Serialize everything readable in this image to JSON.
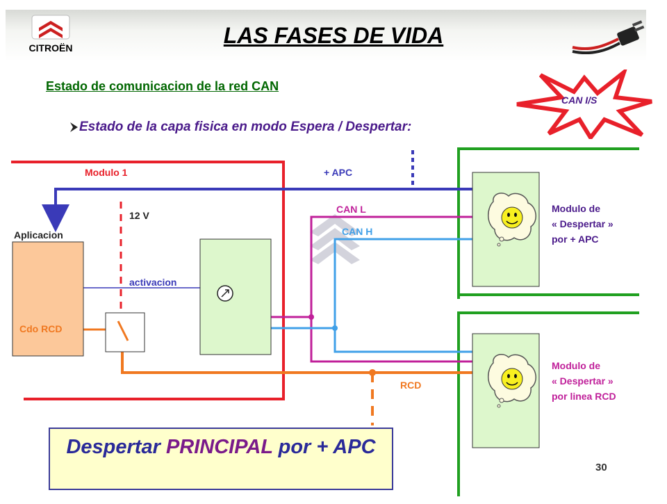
{
  "header": {
    "title": "LAS FASES DE VIDA",
    "brand": "CITROËN"
  },
  "subtitle": "Estado de comunicacion de la red CAN",
  "bullet": "Estado de la capa fisica en modo Espera / Despertar:",
  "burst": "CAN I/S",
  "labels": {
    "modulo1": "Modulo 1",
    "apc": "+ APC",
    "v12": "12 V",
    "can_l": "CAN L",
    "can_h": "CAN H",
    "aplicacion": "Aplicacion",
    "activacion": "activacion",
    "cdo_rcd": "Cdo RCD",
    "rcd": "RCD"
  },
  "modules": {
    "apc_module": [
      "Modulo de",
      "« Despertar »",
      "por + APC"
    ],
    "rcd_module": [
      "Modulo de",
      "« Despertar »",
      "por linea RCD"
    ]
  },
  "banner": {
    "part1": "Despertar ",
    "part2": "PRINCIPAL",
    "part3": " por + APC"
  },
  "page_number": "30",
  "colors": {
    "red": "#e8202a",
    "blue": "#3a3ab8",
    "can_l": "#c0209a",
    "can_h": "#40a0e8",
    "orange": "#f07820",
    "green": "#20a020",
    "module_fill": "#ddf7cc",
    "app_fill": "#fcc89a"
  }
}
